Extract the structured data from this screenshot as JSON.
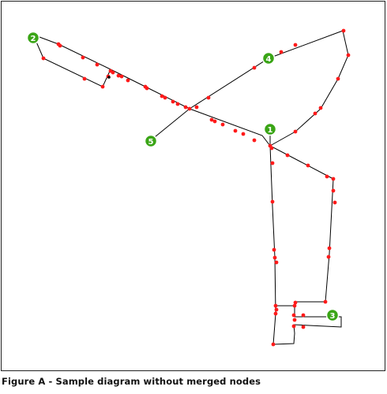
{
  "caption": "Figure A - Sample diagram without merged nodes",
  "colors": {
    "node": "#ff1a1a",
    "badge": "#3aa516",
    "line": "#000000",
    "border": "#222222",
    "background": "#ffffff"
  },
  "markers": [
    "1",
    "2",
    "3",
    "4",
    "5"
  ]
}
